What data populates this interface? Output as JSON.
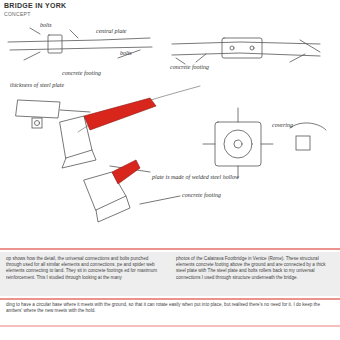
{
  "diagram": {
    "title": "BRIDGE IN YORK",
    "labels": [
      "CONCEPT",
      "bolts",
      "central plate",
      "bolts",
      "concrete footing",
      "thickness of steel plate",
      "concrete footing",
      "covering",
      "plate is made of welded steel hollow",
      "concrete footing",
      "op shows how the detail, the universal connections and bolts punched through used for all similar elements and connections. pe and spider web elements connecting to land. They sit in concrete footings ed for maximum reinforcement. This I studied through looking at the many",
      "photos of the Calatrava Footbridge in Venice (Rome). These structural elements concrete footing above the ground and are connected by a thick steel plate with The steel plate and bolts rollers back to my universal connections I used through structure underneath the bridge.",
      "ding to have a circular base where it meets with the ground, so that it can rotate easily when put into place, but realised there's no need for it. I do keep the ambers' where the new meets with the hold."
    ]
  }
}
